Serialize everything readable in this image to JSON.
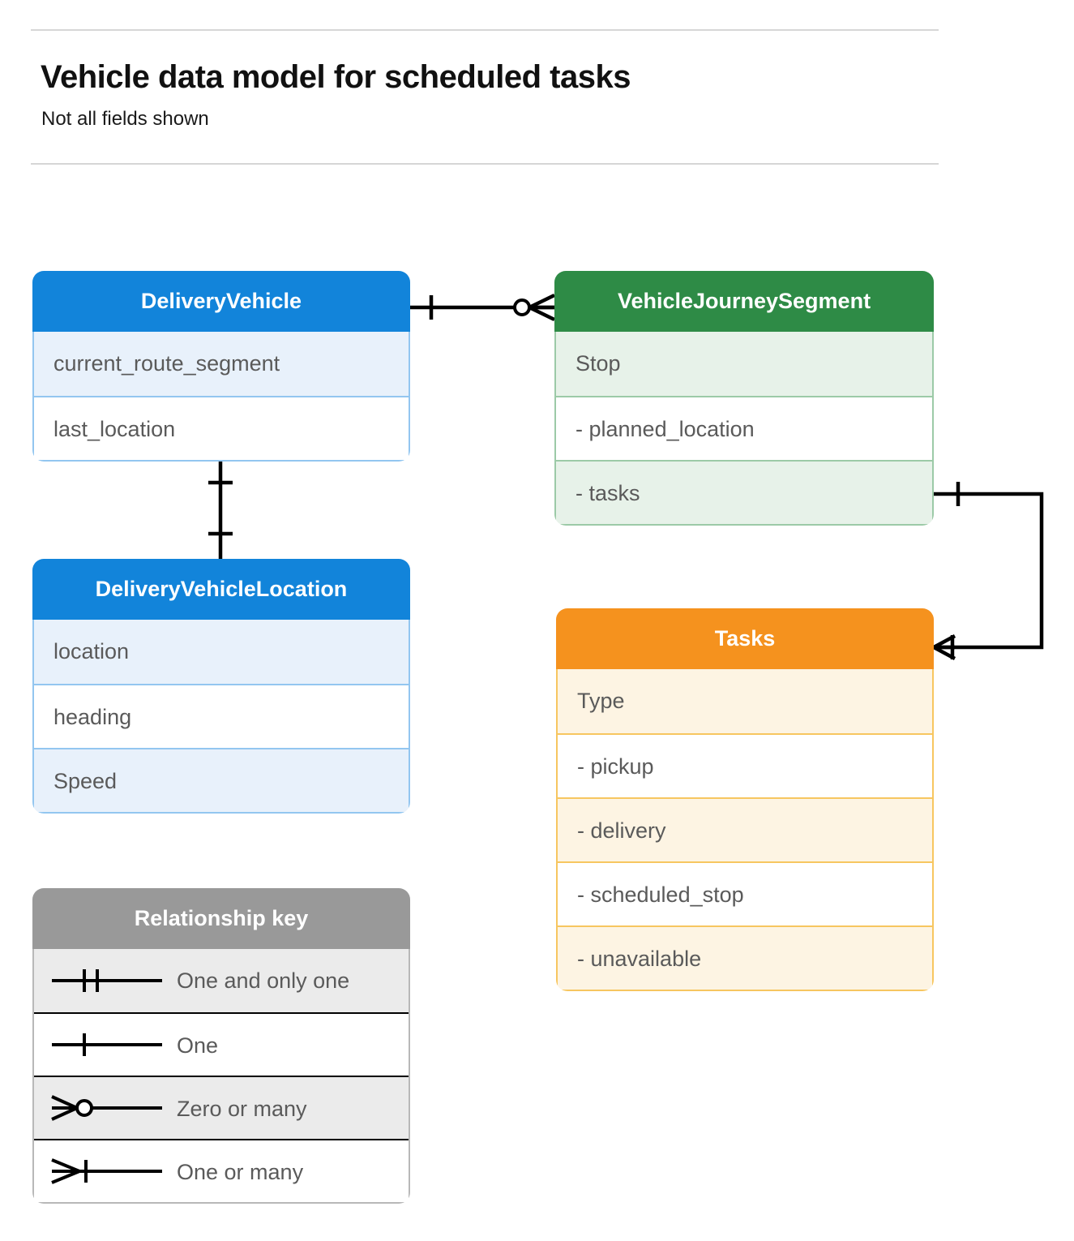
{
  "header": {
    "title": "Vehicle data model for scheduled tasks",
    "subtitle": "Not all fields shown"
  },
  "colors": {
    "blue_header": "#1284da",
    "blue_tint": "#e8f1fb",
    "blue_border": "#93c6f0",
    "green_header": "#2e8b46",
    "green_tint": "#e7f2e9",
    "green_border": "#9ccaa7",
    "orange_header": "#f5921e",
    "orange_tint": "#fdf4e3",
    "orange_border": "#f7c660",
    "gray_header": "#999999",
    "gray_tint": "#ebebeb",
    "gray_border": "#b8b8b8",
    "connector": "#000000",
    "rule": "#d6d6d6",
    "field_text": "#5a5a5a"
  },
  "entities": {
    "delivery_vehicle": {
      "name": "DeliveryVehicle",
      "fields": [
        {
          "label": "current_route_segment"
        },
        {
          "label": "last_location"
        }
      ]
    },
    "vehicle_journey_segment": {
      "name": "VehicleJourneySegment",
      "fields": [
        {
          "label": "Stop"
        },
        {
          "label": "-  planned_location"
        },
        {
          "label": "- tasks"
        }
      ]
    },
    "delivery_vehicle_location": {
      "name": "DeliveryVehicleLocation",
      "fields": [
        {
          "label": "location"
        },
        {
          "label": "heading"
        },
        {
          "label": "Speed"
        }
      ]
    },
    "tasks": {
      "name": "Tasks",
      "fields": [
        {
          "label": "Type"
        },
        {
          "label": "-  pickup"
        },
        {
          "label": "-  delivery"
        },
        {
          "label": "-  scheduled_stop"
        },
        {
          "label": "-  unavailable"
        }
      ]
    }
  },
  "legend": {
    "title": "Relationship key",
    "items": [
      {
        "label": "One and only one",
        "symbol": "one-and-only-one-symbol"
      },
      {
        "label": "One",
        "symbol": "one-symbol"
      },
      {
        "label": "Zero or many",
        "symbol": "zero-or-many-symbol"
      },
      {
        "label": "One or many",
        "symbol": "one-or-many-symbol"
      }
    ]
  },
  "relationships": [
    {
      "from": "DeliveryVehicle",
      "to": "VehicleJourneySegment",
      "from_cardinality": "One",
      "to_cardinality": "Zero or many"
    },
    {
      "from": "DeliveryVehicle",
      "to": "DeliveryVehicleLocation",
      "from_cardinality": "One",
      "to_cardinality": "One"
    },
    {
      "from": "VehicleJourneySegment.tasks",
      "to": "Tasks",
      "from_cardinality": "One",
      "to_cardinality": "One or many"
    }
  ]
}
